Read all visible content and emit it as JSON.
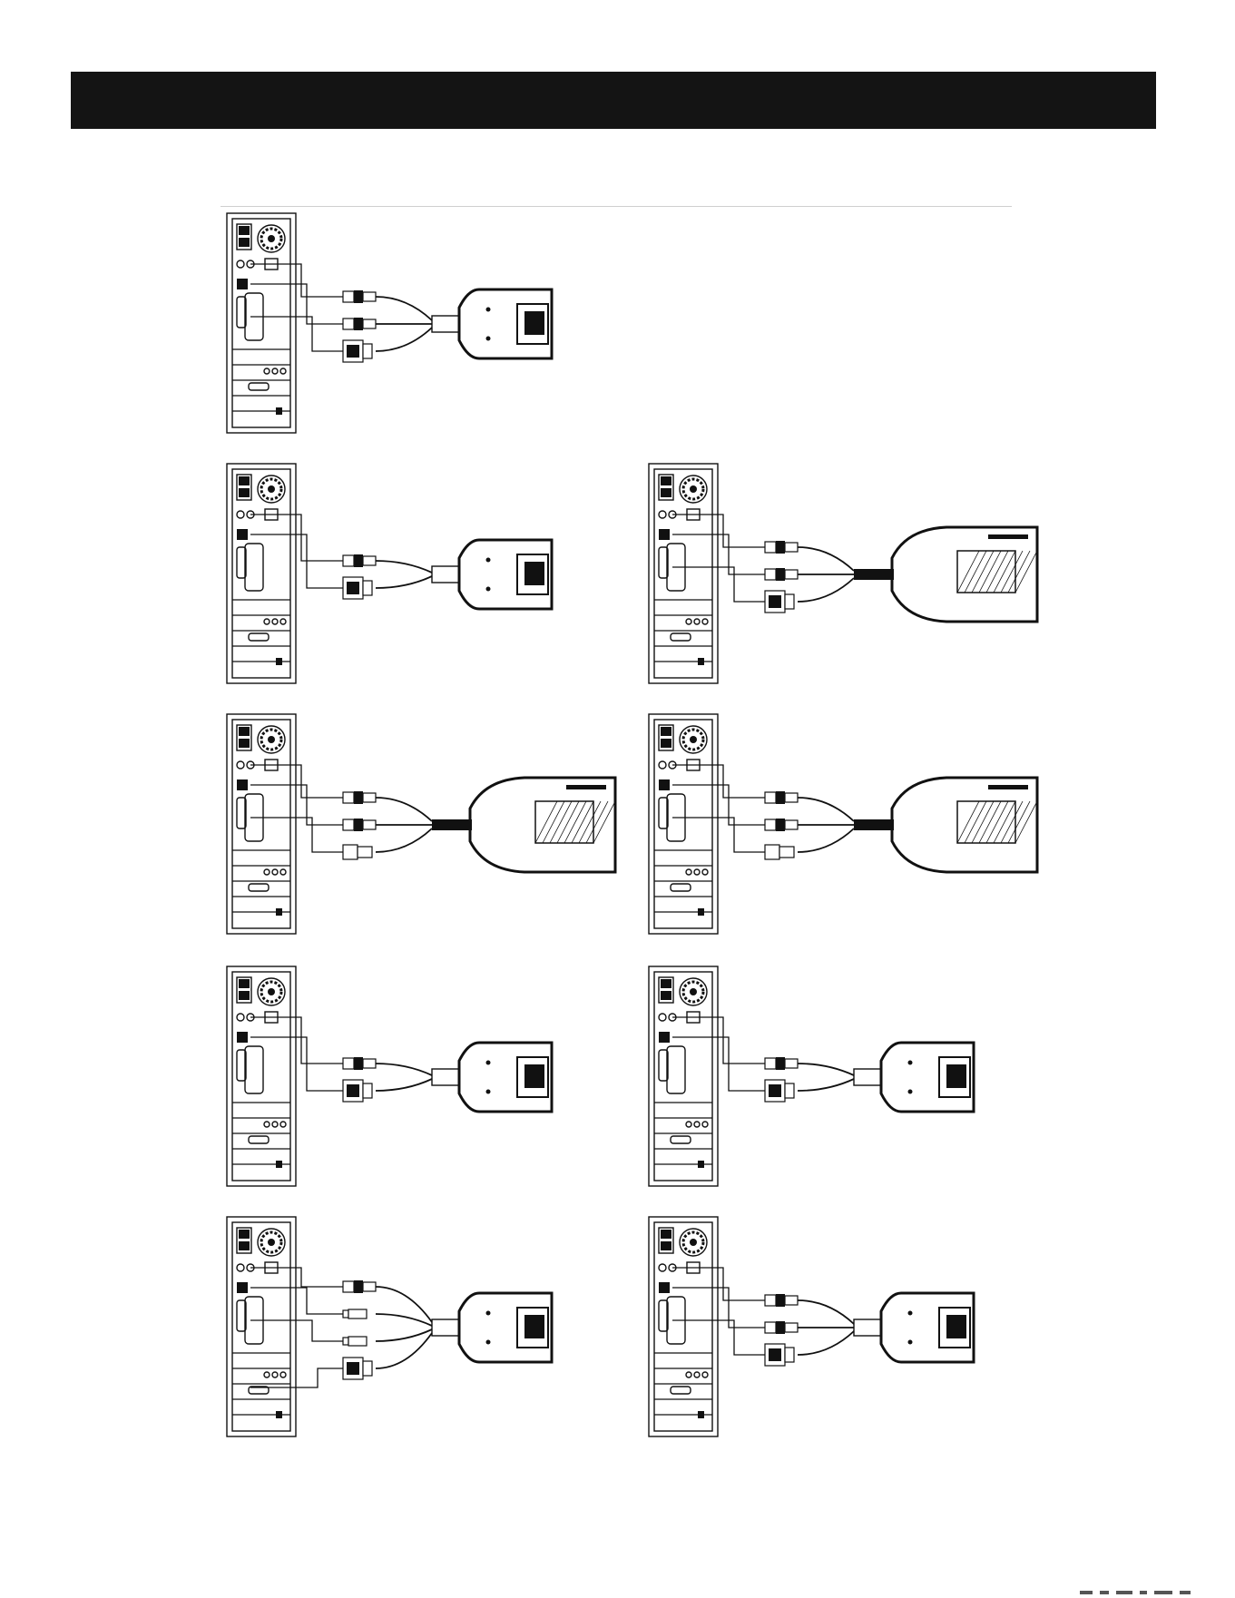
{
  "page": {
    "header_text": "",
    "colors": {
      "header_bar": "#141414",
      "ink": "#111111",
      "rule": "#cfcfcf"
    }
  },
  "diagrams": [
    {
      "id": "ps2",
      "row": 0,
      "col": 0,
      "connectors": [
        "ps2-keyboard-plug",
        "ps2-mouse-plug",
        "vga-plug"
      ],
      "adapter": "small-dongle"
    },
    {
      "id": "usb-audio",
      "row": 1,
      "col": 0,
      "connectors": [
        "usb-plug",
        "vga-plug"
      ],
      "adapter": "small-dongle"
    },
    {
      "id": "sun-legacy",
      "row": 1,
      "col": 1,
      "connectors": [
        "usb-plug",
        "usb-plug",
        "dvi-plug"
      ],
      "adapter": "large-module"
    },
    {
      "id": "hdmi",
      "row": 2,
      "col": 0,
      "connectors": [
        "usb-plug",
        "usb-plug",
        "hdmi-plug"
      ],
      "adapter": "large-module"
    },
    {
      "id": "displayport",
      "row": 2,
      "col": 1,
      "connectors": [
        "usb-plug",
        "usb-plug",
        "displayport-plug"
      ],
      "adapter": "large-module"
    },
    {
      "id": "usb-vga",
      "row": 3,
      "col": 0,
      "connectors": [
        "usb-plug",
        "vga-plug"
      ],
      "adapter": "small-dongle"
    },
    {
      "id": "usb-vga-alt",
      "row": 3,
      "col": 1,
      "connectors": [
        "usb-plug",
        "vga-plug"
      ],
      "adapter": "small-dongle"
    },
    {
      "id": "usb-audio-vga",
      "row": 4,
      "col": 0,
      "connectors": [
        "usb-plug",
        "audio-plug",
        "audio-plug",
        "vga-plug"
      ],
      "adapter": "small-dongle"
    },
    {
      "id": "usb-dual-vga",
      "row": 4,
      "col": 1,
      "connectors": [
        "usb-plug",
        "usb-plug",
        "vga-plug"
      ],
      "adapter": "small-dongle"
    }
  ]
}
